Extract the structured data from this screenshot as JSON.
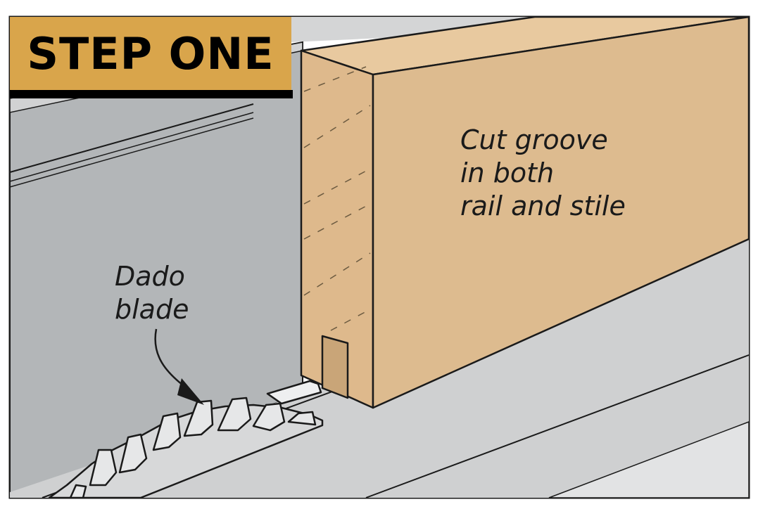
{
  "banner": {
    "title": "STEP ONE",
    "color": "#d9a54b"
  },
  "callouts": {
    "groove": [
      "Cut groove",
      "in both",
      "rail and stile"
    ],
    "blade": [
      "Dado",
      "blade"
    ]
  },
  "colors": {
    "wood": "#ddbb8f",
    "fence": "#b3b6b8",
    "table": "#cfd0d1",
    "blade": "#e6e7e8",
    "outline": "#1a1a1a"
  }
}
